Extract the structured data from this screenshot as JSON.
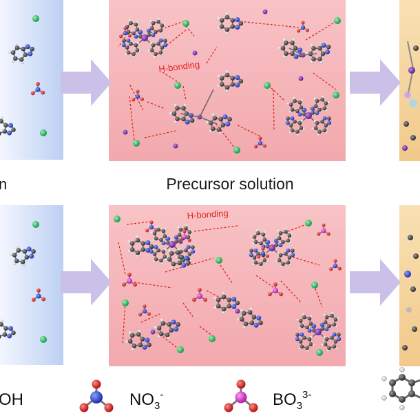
{
  "panels": {
    "top_left_caption": "n",
    "middle_caption": "Precursor solution",
    "top_hbond": "H-bonding",
    "bottom_hbond": "H-bonding"
  },
  "legend": {
    "item1_tail": "OH",
    "item2_base": "NO",
    "item2_sub": "3",
    "item2_sup": "-",
    "item3_base": "BO",
    "item3_sub": "3",
    "item3_sup": "3-"
  },
  "colors": {
    "left_panel": "#e4ebfb",
    "middle_panel": "#f5b5b9",
    "right_panel": "#f7d9a3",
    "arrow": "#cbc0e8",
    "hbond": "#e3231e",
    "chloride_green": "#1fb35a",
    "potassium_purple": "#7a2fb2",
    "nitrogen_blue": "#2440c8",
    "oxygen_red": "#d51b1b",
    "boron_magenta": "#d63ad0",
    "carbon_gray": "#4a4a4a"
  }
}
